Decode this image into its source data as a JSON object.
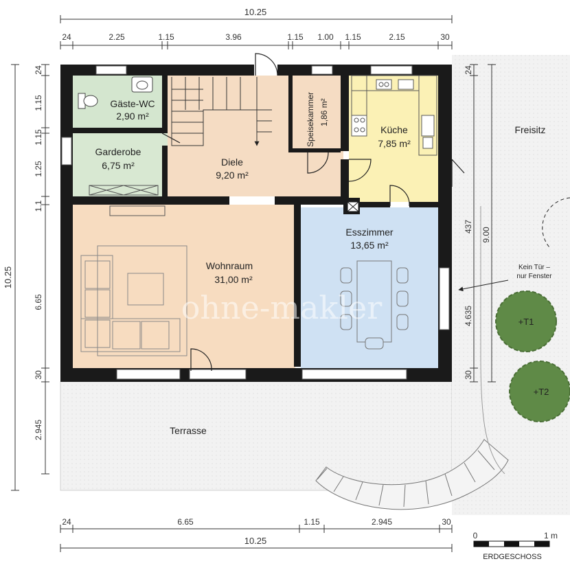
{
  "dims": {
    "top_total": "10.25",
    "top_segments": [
      "24",
      "2.25",
      "1.15",
      "3.96",
      "1.15",
      "1.00",
      "1.15",
      "2.15",
      "30"
    ],
    "bottom_total": "10.25",
    "bottom_segments": [
      "24",
      "6.65",
      "1.15",
      "2.945",
      "30"
    ],
    "left_total": "10.25",
    "left_segments": [
      "24",
      "1.15",
      "1.15",
      "1.25",
      "1.1",
      "6.65",
      "30",
      "2.945"
    ],
    "right_inner": [
      "24",
      "437",
      "4.635",
      "30"
    ],
    "right_outer": "9.00"
  },
  "rooms": {
    "gaeste_wc": {
      "name": "Gäste-WC",
      "area": "2,90 m²"
    },
    "garderobe": {
      "name": "Garderobe",
      "area": "6,75 m²"
    },
    "diele": {
      "name": "Diele",
      "area": "9,20 m²"
    },
    "speisekammer": {
      "name": "Speisekammer",
      "area": "1,86 m²"
    },
    "kueche": {
      "name": "Küche",
      "area": "7,85 m²"
    },
    "wohnraum": {
      "name": "Wohnraum",
      "area": "31,00 m²"
    },
    "esszimmer": {
      "name": "Esszimmer",
      "area": "13,65 m²"
    },
    "terrasse": {
      "name": "Terrasse"
    },
    "freisitz": {
      "name": "Freisitz"
    }
  },
  "trees": [
    "+T1",
    "+T2"
  ],
  "annotation": {
    "line1": "Kein Tür –",
    "line2": "nur Fenster"
  },
  "watermark": "ohne-makler",
  "scale": {
    "zero": "0",
    "one": "1 m",
    "title": "ERDGESCHOSS"
  },
  "colors": {
    "wc": "#d4e6cf",
    "garderobe": "#d8e8d2",
    "diele": "#f5dcc3",
    "speise": "#f5dcc3",
    "kueche": "#fbf1b5",
    "wohnraum": "#f7dcc0",
    "esszimmer": "#cfe1f3",
    "terrasse": "#f1f1f1",
    "wall": "#1a1a1a",
    "tree": "#5f8a47"
  }
}
